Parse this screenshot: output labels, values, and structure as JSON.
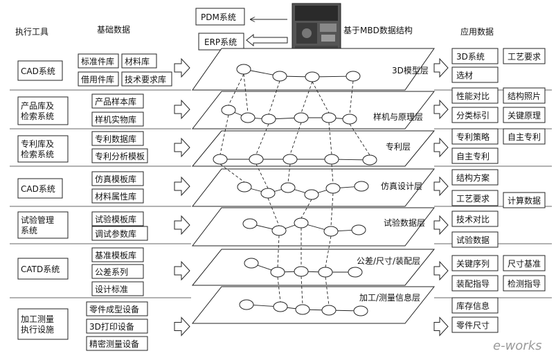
{
  "headers": {
    "tools": "执行工具",
    "base_data": "基础数据",
    "structure": "基于MBD数据结构",
    "apps": "应用数据"
  },
  "systems": {
    "pdm": "PDM系统",
    "erp": "ERP系统"
  },
  "rows": [
    {
      "tool": [
        "CAD系统"
      ],
      "items": [
        "标准件库",
        "材料库",
        "借用件库",
        "技术要求库"
      ]
    },
    {
      "tool": [
        "产品库及",
        "检索系统"
      ],
      "items": [
        "产品样本库",
        "样机实物库"
      ]
    },
    {
      "tool": [
        "专利库及",
        "检索系统"
      ],
      "items": [
        "专利数据库",
        "专利分析模板"
      ]
    },
    {
      "tool": [
        "CAD系统"
      ],
      "items": [
        "仿真模板库",
        "材料属性库"
      ]
    },
    {
      "tool": [
        "试验管理",
        "系统"
      ],
      "items": [
        "试验模板库",
        "调试参数库"
      ]
    },
    {
      "tool": [
        "CATD系统"
      ],
      "items": [
        "基准模板库",
        "公差系列",
        "设计标准"
      ]
    },
    {
      "tool": [
        "加工测量",
        "执行设施"
      ],
      "items": [
        "零件成型设备",
        "3D打印设备",
        "精密测量设备"
      ]
    }
  ],
  "layers": [
    "3D模型层",
    "样机与原理层",
    "专利层",
    "仿真设计层",
    "试验数据层",
    "公差/尺寸/装配层",
    "加工/测量信息层"
  ],
  "apps": [
    [
      "3D系统",
      "工艺要求",
      "选材"
    ],
    [
      "性能对比",
      "结构照片",
      "分类标引",
      "关键原理"
    ],
    [
      "专利策略",
      "自主专利",
      "自主专利"
    ],
    [
      "结构方案",
      "工艺要求",
      "计算数据"
    ],
    [
      "技术对比",
      "试验数据"
    ],
    [
      "关键序列",
      "尺寸基准",
      "装配指导",
      "检测指导"
    ],
    [
      "库存信息",
      "零件尺寸"
    ]
  ],
  "watermark": "e-works"
}
